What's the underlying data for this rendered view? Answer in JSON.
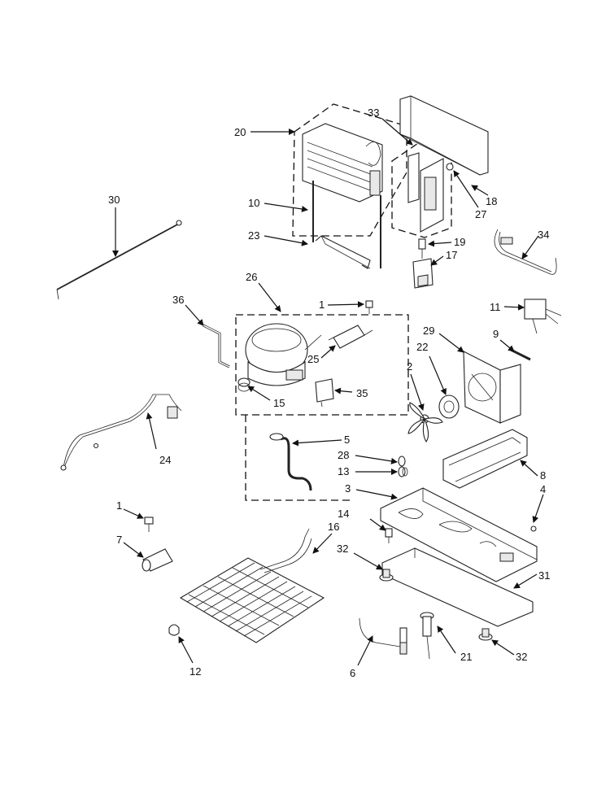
{
  "diagram": {
    "type": "exploded-parts-diagram",
    "callouts": [
      {
        "id": "c20",
        "text": "20"
      },
      {
        "id": "c33",
        "text": "33"
      },
      {
        "id": "c10",
        "text": "10"
      },
      {
        "id": "c23",
        "text": "23"
      },
      {
        "id": "c18",
        "text": "18"
      },
      {
        "id": "c27",
        "text": "27"
      },
      {
        "id": "c30",
        "text": "30"
      },
      {
        "id": "c34",
        "text": "34"
      },
      {
        "id": "c19",
        "text": "19"
      },
      {
        "id": "c17",
        "text": "17"
      },
      {
        "id": "c26",
        "text": "26"
      },
      {
        "id": "c1a",
        "text": "1"
      },
      {
        "id": "c36",
        "text": "36"
      },
      {
        "id": "c11",
        "text": "11"
      },
      {
        "id": "c29",
        "text": "29"
      },
      {
        "id": "c9",
        "text": "9"
      },
      {
        "id": "c22",
        "text": "22"
      },
      {
        "id": "c25",
        "text": "25"
      },
      {
        "id": "c2",
        "text": "2"
      },
      {
        "id": "c15",
        "text": "15"
      },
      {
        "id": "c35",
        "text": "35"
      },
      {
        "id": "c24",
        "text": "24"
      },
      {
        "id": "c5",
        "text": "5"
      },
      {
        "id": "c28",
        "text": "28"
      },
      {
        "id": "c13",
        "text": "13"
      },
      {
        "id": "c8",
        "text": "8"
      },
      {
        "id": "c3",
        "text": "3"
      },
      {
        "id": "c4",
        "text": "4"
      },
      {
        "id": "c1b",
        "text": "1"
      },
      {
        "id": "c14",
        "text": "14"
      },
      {
        "id": "c16",
        "text": "16"
      },
      {
        "id": "c7",
        "text": "7"
      },
      {
        "id": "c32a",
        "text": "32"
      },
      {
        "id": "c31",
        "text": "31"
      },
      {
        "id": "c21",
        "text": "21"
      },
      {
        "id": "c32b",
        "text": "32"
      },
      {
        "id": "c6",
        "text": "6"
      },
      {
        "id": "c12",
        "text": "12"
      }
    ]
  }
}
